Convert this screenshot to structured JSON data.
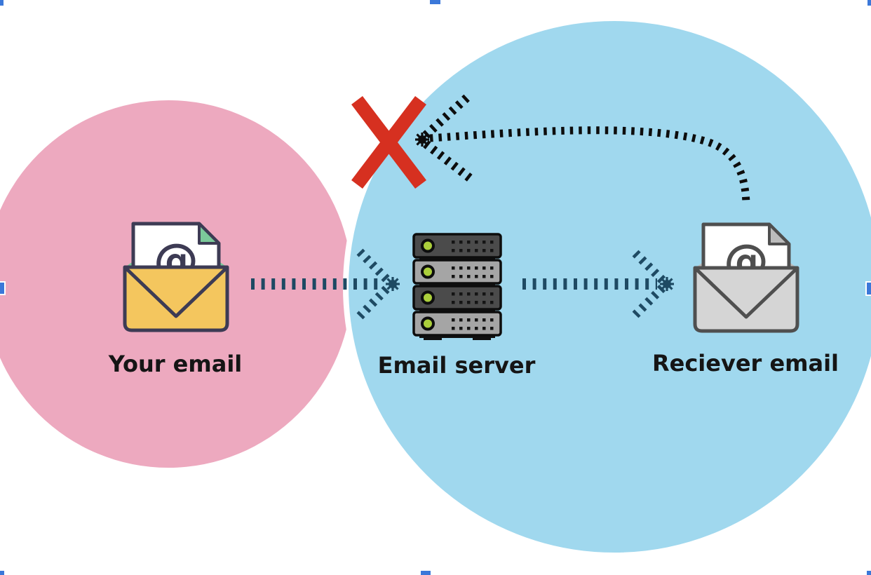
{
  "figure": {
    "type": "diagram",
    "description": "Email delivery flow: sender email passes through email server to receiver; direct reply path back is blocked",
    "zones": [
      {
        "id": "sender-zone",
        "shape": "circle",
        "color_key": "pink",
        "contains": [
          "your-email"
        ]
      },
      {
        "id": "server-zone",
        "shape": "circle",
        "color_key": "blue",
        "contains": [
          "email-server",
          "receiver-email"
        ]
      }
    ],
    "nodes": [
      {
        "id": "your-email",
        "label": "Your email",
        "icon": "envelope-with-at-yellow"
      },
      {
        "id": "email-server",
        "label": "Email server",
        "icon": "server-rack"
      },
      {
        "id": "receiver-email",
        "label": "Reciever email",
        "icon": "envelope-with-at-gray"
      }
    ],
    "edges": [
      {
        "from": "your-email",
        "to": "email-server",
        "style": "hatched-dashed",
        "arrowhead": "chevron-star",
        "direction": "right"
      },
      {
        "from": "email-server",
        "to": "receiver-email",
        "style": "hatched-dashed",
        "arrowhead": "chevron-star",
        "direction": "right"
      },
      {
        "from": "receiver-email",
        "to": "email-server",
        "style": "hatched-dashed-curved",
        "arrowhead": "chevron-star",
        "direction": "left",
        "blocked": true,
        "blocked_marker": "X"
      }
    ],
    "at_glyph": "@"
  },
  "selection": {
    "handles": [
      "top-left",
      "top-middle",
      "top-right",
      "middle-left",
      "middle-right",
      "bottom-left",
      "bottom-middle",
      "bottom-right"
    ]
  },
  "colors": {
    "pink": "#eda9bf",
    "blue": "#a0d8ee",
    "handle-blue": "#3b78d9",
    "x-red": "#d63020",
    "dash-teal": "#1e4a63",
    "dash-black": "#0d0d0d",
    "label-dark": "#151515",
    "envelope-yellow": "#f4c65e",
    "envelope-outline": "#3d3b54",
    "envelope-accent-green": "#7bc99a",
    "receiver-gray": "#d5d5d5",
    "receiver-outline": "#4f4f4f",
    "receiver-fold": "#bcbcbc",
    "server-dark": "#4b4b4b",
    "server-light": "#a5a5a5",
    "led-green": "#abcf3b"
  }
}
